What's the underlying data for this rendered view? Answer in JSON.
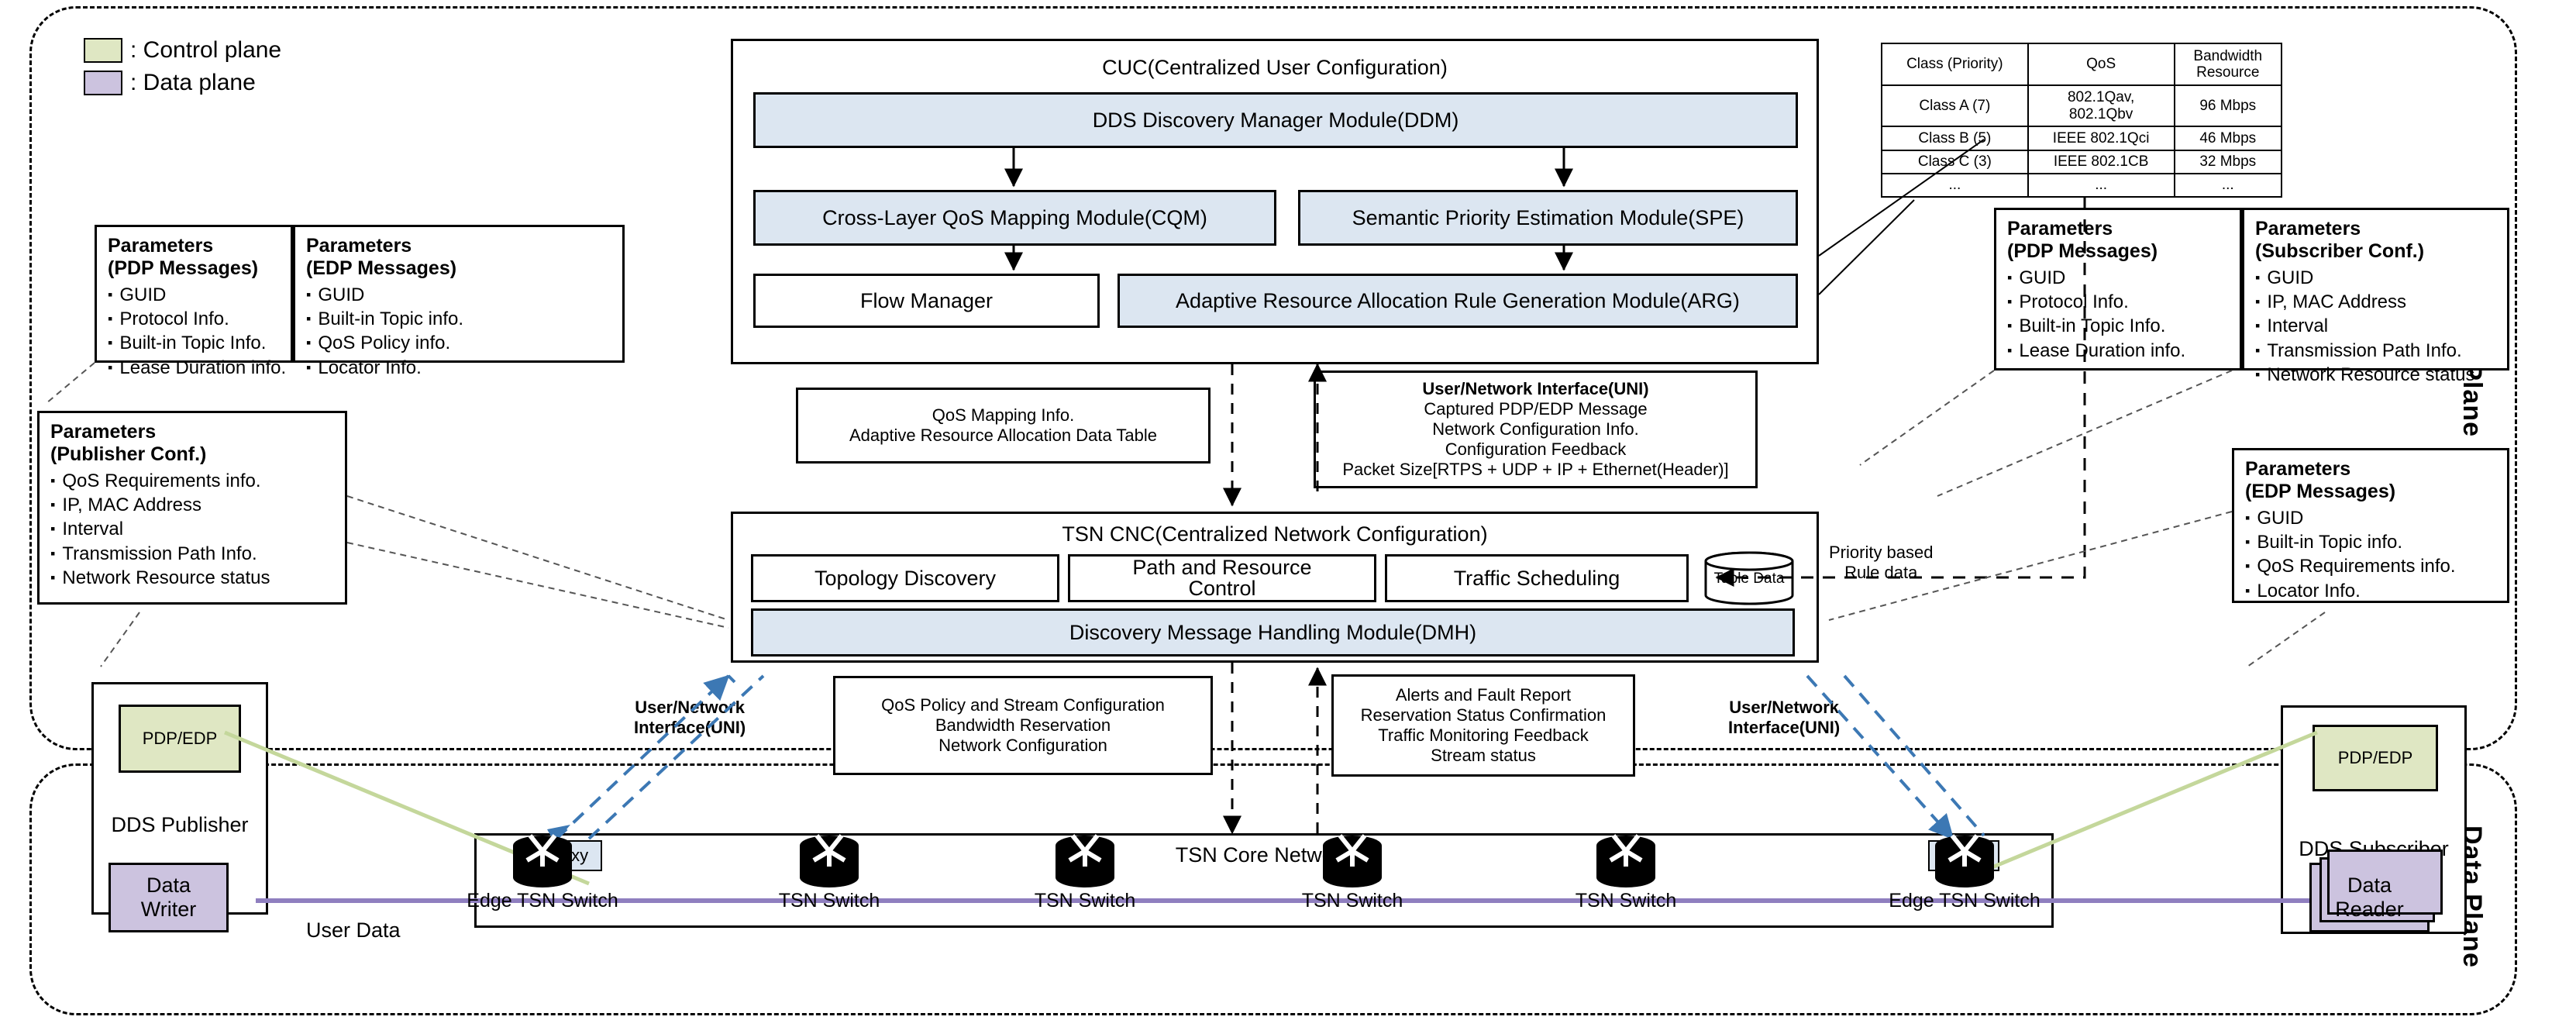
{
  "legend": {
    "control_plane": ": Control plane",
    "data_plane": ": Data plane",
    "control_color": "#dfe7c3",
    "data_color": "#ccc3df"
  },
  "planes": {
    "control_label": "Control Plane",
    "data_label": "Data Plane"
  },
  "cuc": {
    "title": "CUC(Centralized  User Configuration)",
    "ddm": "DDS Discovery  Manager  Module(DDM)",
    "cqm": "Cross-Layer QoS  Mapping  Module(CQM)",
    "spe": "Semantic  Priority  Estimation  Module(SPE)",
    "flow_manager": "Flow Manager",
    "arg": "Adaptive  Resource  Allocation  Rule  Generation  Module(ARG)"
  },
  "qos_table": {
    "headers": [
      "Class (Priority)",
      "QoS",
      "Bandwidth\nResource"
    ],
    "rows": [
      {
        "class": "Class A (7)",
        "qos": "802.1Qav,\n802.1Qbv",
        "bw": "96 Mbps"
      },
      {
        "class": "Class B (5)",
        "qos": "IEEE 802.1Qci",
        "bw": "46 Mbps"
      },
      {
        "class": "Class C (3)",
        "qos": "IEEE 802.1CB",
        "bw": "32 Mbps"
      },
      {
        "class": "...",
        "qos": "...",
        "bw": "..."
      }
    ]
  },
  "params": {
    "pdp_left": {
      "title_line1": "Parameters",
      "title_line2": "(PDP Messages)",
      "items": [
        "GUID",
        "Protocol Info.",
        "Built-in Topic Info.",
        "Lease Duration info."
      ]
    },
    "edp_left": {
      "title_line1": "Parameters",
      "title_line2": "(EDP Messages)",
      "items": [
        "GUID",
        "Built-in Topic info.",
        "QoS Policy info.",
        "Locator Info."
      ]
    },
    "publisher": {
      "title_line1": "Parameters",
      "title_line2": "(Publisher Conf.)",
      "items": [
        "QoS Requirements info.",
        "IP, MAC Address",
        "Interval",
        "Transmission Path Info.",
        "Network Resource status"
      ]
    },
    "pdp_right": {
      "title_line1": "Parameters",
      "title_line2": "(PDP Messages)",
      "items": [
        "GUID",
        "Protocol Info.",
        "Built-in Topic Info.",
        "Lease Duration info."
      ]
    },
    "subscriber": {
      "title_line1": "Parameters",
      "title_line2": "(Subscriber Conf.)",
      "items": [
        "GUID",
        "IP, MAC Address",
        "Interval",
        "Transmission Path Info.",
        "Network Resource status"
      ]
    },
    "edp_right": {
      "title_line1": "Parameters",
      "title_line2": "(EDP Messages)",
      "items": [
        "GUID",
        "Built-in Topic info.",
        "QoS Requirements info.",
        "Locator Info."
      ]
    }
  },
  "qos_mapping_box": {
    "line1": "QoS Mapping Info.",
    "line2": "Adaptive Resource Allocation Data Table"
  },
  "uni_box": {
    "title": "User/Network Interface(UNI)",
    "lines": [
      "Captured PDP/EDP Message",
      "Network Configuration Info.",
      "Configuration Feedback",
      "Packet Size[RTPS + UDP + IP + Ethernet(Header)]"
    ]
  },
  "cnc": {
    "title": "TSN CNC(Centralized Network Configuration)",
    "topology": "Topology Discovery",
    "path": "Path and Resource\nControl",
    "traffic": "Traffic Scheduling",
    "table_data": "Table Data",
    "dmh": "Discovery  Message  Handling  Module(DMH)"
  },
  "downstream_box": {
    "lines": [
      "QoS Policy and Stream Configuration",
      "Bandwidth Reservation",
      "Network Configuration"
    ]
  },
  "upstream_box": {
    "lines": [
      "Alerts and Fault Report",
      "Reservation Status Confirmation",
      "Traffic Monitoring Feedback",
      "Stream status"
    ]
  },
  "rule_data_label": {
    "line1": "Priority based",
    "line2": "Rule data"
  },
  "uni_left_label": {
    "line1": "User/Network",
    "line2": "Interface(UNI)"
  },
  "uni_right_label": {
    "line1": "User/Network",
    "line2": "Interface(UNI)"
  },
  "publisher_node": {
    "pdpedp": "PDP/EDP",
    "name": "DDS Publisher",
    "writer_line1": "Data",
    "writer_line2": "Writer"
  },
  "subscriber_node": {
    "pdpedp": "PDP/EDP",
    "name": "DDS Subscriber",
    "reader_line1": "Data",
    "reader_line2": "Reader"
  },
  "core_network": {
    "title": "TSN Core Network",
    "proxy_left": "Proxy",
    "proxy_right": "Proxy",
    "switches": [
      "Edge TSN Switch",
      "TSN Switch",
      "TSN Switch",
      "TSN Switch",
      "TSN Switch",
      "Edge TSN Switch"
    ]
  },
  "user_data_label": "User Data",
  "colors": {
    "module_fill": "#dce6f1",
    "control_fill": "#dfe7c3",
    "data_fill": "#ccc3df",
    "uni_arrow": "#3c78b4",
    "green_link": "#c4d79b",
    "purple_link": "#8f7fbf"
  }
}
